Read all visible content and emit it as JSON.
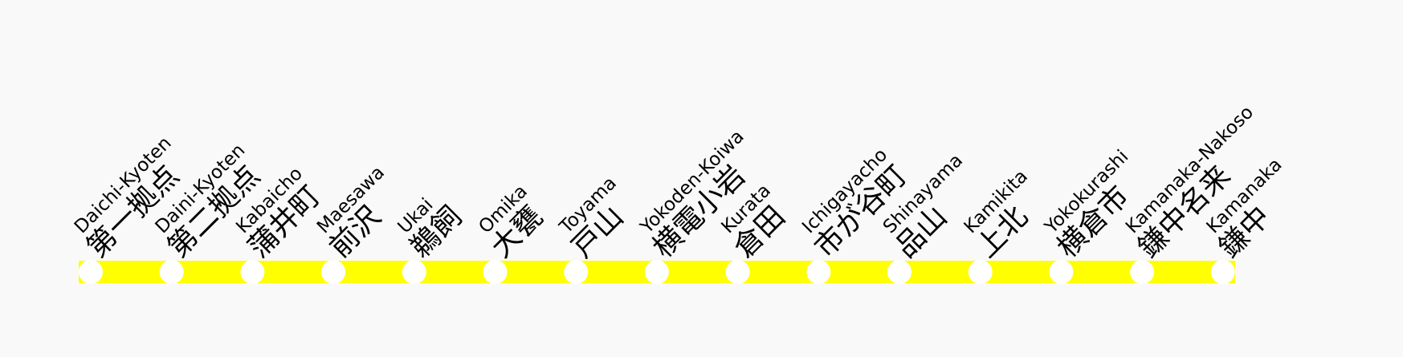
{
  "line": {
    "color": "#ffff00",
    "station_color": "#ffffff"
  },
  "stations": [
    {
      "en": "Daichi-Kyoten",
      "ja": "第一拠点"
    },
    {
      "en": "Daini-Kyoten",
      "ja": "第二拠点"
    },
    {
      "en": "Kabaicho",
      "ja": "蒲井町"
    },
    {
      "en": "Maesawa",
      "ja": "前沢"
    },
    {
      "en": "Ukai",
      "ja": "鵜飼"
    },
    {
      "en": "Omika",
      "ja": "大甕"
    },
    {
      "en": "Toyama",
      "ja": "戸山"
    },
    {
      "en": "Yokoden-Koiwa",
      "ja": "横電小岩"
    },
    {
      "en": "Kurata",
      "ja": "倉田"
    },
    {
      "en": "Ichigayacho",
      "ja": "市が谷町"
    },
    {
      "en": "Shinayama",
      "ja": "品山"
    },
    {
      "en": "Kamikita",
      "ja": "上北"
    },
    {
      "en": "Yokokurashi",
      "ja": "横倉市"
    },
    {
      "en": "Kamanaka-Nakoso",
      "ja": "鎌中名来"
    },
    {
      "en": "Kamanaka",
      "ja": "鎌中"
    }
  ]
}
